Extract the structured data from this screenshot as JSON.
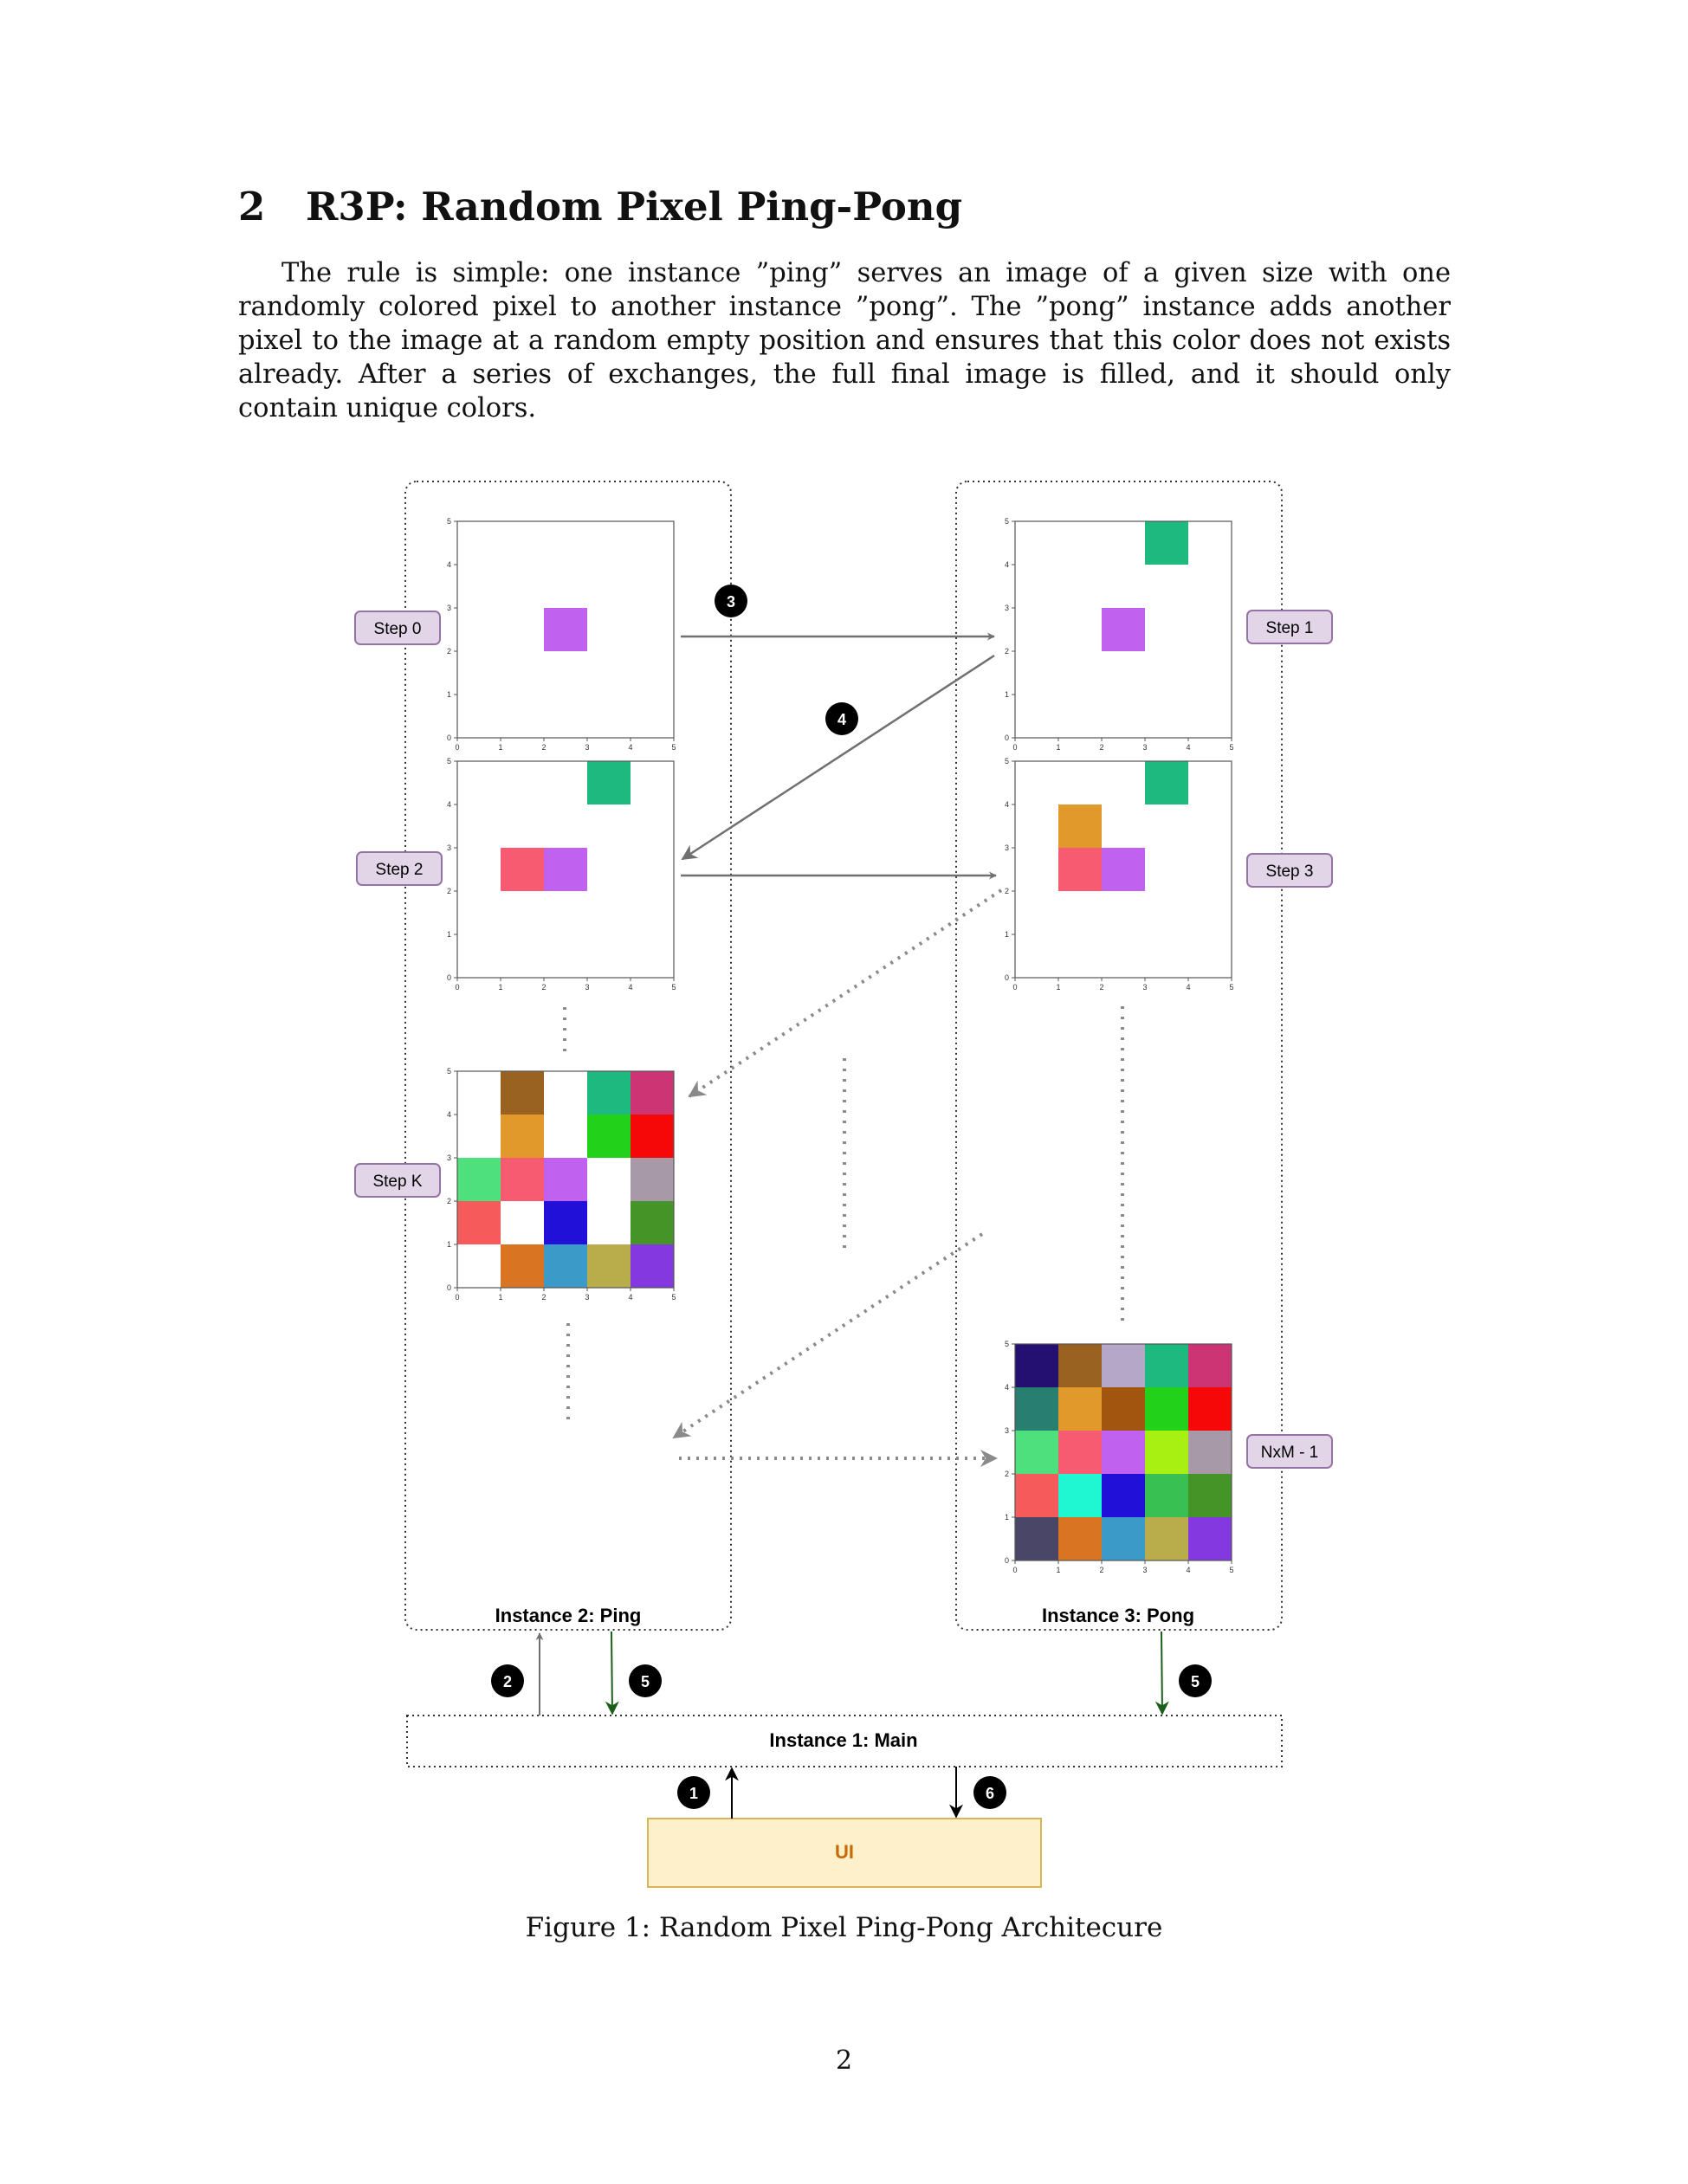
{
  "section": {
    "number": "2",
    "title": "R3P: Random Pixel Ping-Pong"
  },
  "intro": "The rule is simple: one instance ”ping” serves an image of a given size with one randomly colored pixel to another instance ”pong”. The ”pong” instance adds another pixel to the image at a random empty position and ensures that this color does not exists already. After a series of exchanges, the full final image is filled, and it should only contain unique colors.",
  "figure": {
    "instances": {
      "ping": "Instance 2: Ping",
      "pong": "Instance 3: Pong",
      "main": "Instance 1: Main",
      "ui": "UI"
    },
    "step_labels": {
      "step0": "Step 0",
      "step1": "Step 1",
      "step2": "Step 2",
      "step3": "Step 3",
      "stepk": "Step K",
      "final": "NxM - 1"
    },
    "badges": {
      "b3": "3",
      "b4": "4",
      "b2": "2",
      "b5a": "5",
      "b5b": "5",
      "b1": "1",
      "b6": "6"
    },
    "tick_labels": [
      "0",
      "1",
      "2",
      "3",
      "4",
      "5"
    ],
    "colors": {
      "ui_fill": "#fff0cc",
      "ui_border": "#d6b656",
      "ui_text": "#c96a00",
      "label_fill": "#e1d5e7",
      "label_border": "#9673a6",
      "green_arrow": "#1a5e1a"
    },
    "grids": {
      "step0": [
        [
          null,
          null,
          null,
          null,
          null
        ],
        [
          null,
          null,
          null,
          null,
          null
        ],
        [
          null,
          null,
          "#c061f0",
          null,
          null
        ],
        [
          null,
          null,
          null,
          null,
          null
        ],
        [
          null,
          null,
          null,
          null,
          null
        ]
      ],
      "step1": [
        [
          null,
          null,
          null,
          "#1db97e",
          null
        ],
        [
          null,
          null,
          null,
          null,
          null
        ],
        [
          null,
          null,
          "#c061f0",
          null,
          null
        ],
        [
          null,
          null,
          null,
          null,
          null
        ],
        [
          null,
          null,
          null,
          null,
          null
        ]
      ],
      "step2": [
        [
          null,
          null,
          null,
          "#1db97e",
          null
        ],
        [
          null,
          null,
          null,
          null,
          null
        ],
        [
          null,
          "#f65b72",
          "#c061f0",
          null,
          null
        ],
        [
          null,
          null,
          null,
          null,
          null
        ],
        [
          null,
          null,
          null,
          null,
          null
        ]
      ],
      "step3": [
        [
          null,
          null,
          null,
          "#1db97e",
          null
        ],
        [
          null,
          "#e0992a",
          null,
          null,
          null
        ],
        [
          null,
          "#f65b72",
          "#c061f0",
          null,
          null
        ],
        [
          null,
          null,
          null,
          null,
          null
        ],
        [
          null,
          null,
          null,
          null,
          null
        ]
      ],
      "stepk": [
        [
          null,
          "#9a6221",
          null,
          "#1db97e",
          "#cc3474"
        ],
        [
          null,
          "#e0992a",
          null,
          "#22d11a",
          "#f70808"
        ],
        [
          "#4de07c",
          "#f65b72",
          "#c061f0",
          null,
          "#a899a8"
        ],
        [
          "#f75a5a",
          null,
          "#2111d8",
          null,
          "#459427"
        ],
        [
          null,
          "#d97423",
          "#3b9ac8",
          "#b9ac4b",
          "#8439e0"
        ]
      ],
      "final": [
        [
          "#231070",
          "#9a6221",
          "#b4a7c7",
          "#1db97e",
          "#cc3474"
        ],
        [
          "#297e72",
          "#e0992a",
          "#a2550f",
          "#22d11a",
          "#f70808"
        ],
        [
          "#4de07c",
          "#f65b72",
          "#c061f0",
          "#a7f012",
          "#a899a8"
        ],
        [
          "#f75a5a",
          "#1ff6d2",
          "#2111d8",
          "#38c152",
          "#459427"
        ],
        [
          "#4a4668",
          "#d97423",
          "#3b9ac8",
          "#b9ac4b",
          "#8439e0"
        ]
      ]
    }
  },
  "caption": "Figure 1: Random Pixel Ping-Pong Architecure",
  "page_number": "2"
}
